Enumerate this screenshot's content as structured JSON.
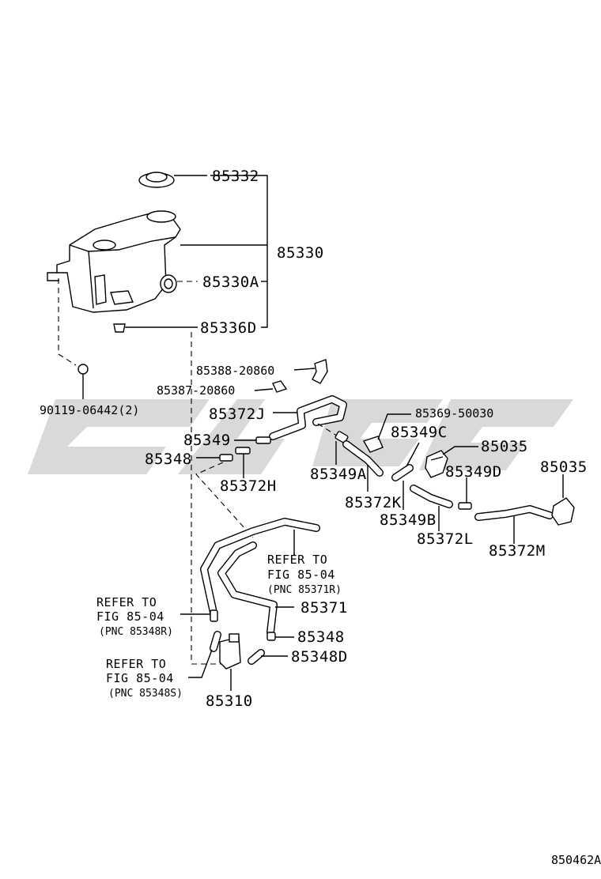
{
  "watermark_color": "#d9d9d9",
  "labels": {
    "p85332": "85332",
    "p85330": "85330",
    "p85330A": "85330A",
    "p85336D": "85336D",
    "p90119": "90119-06442(2)",
    "p85388": "85388-20860",
    "p85387": "85387-20860",
    "p85372J": "85372J",
    "p85369": "85369-50030",
    "p85349": "85349",
    "p85349C": "85349C",
    "p85035a": "85035",
    "p85035b": "85035",
    "p85348": "85348",
    "p85349A": "85349A",
    "p85349D": "85349D",
    "p85372H": "85372H",
    "p85372K": "85372K",
    "p85349B": "85349B",
    "p85372L": "85372L",
    "p85372M": "85372M",
    "p85371": "85371",
    "p85348b": "85348",
    "p85348D": "85348D",
    "p85310": "85310",
    "diagram_id": "850462A"
  },
  "references": {
    "ref1": {
      "line1": "REFER TO",
      "line2": "FIG 85-04",
      "line3": "(PNC 85371R)"
    },
    "ref2": {
      "line1": "REFER TO",
      "line2": "FIG 85-04",
      "line3": "(PNC 85348R)"
    },
    "ref3": {
      "line1": "REFER TO",
      "line2": "FIG 85-04",
      "line3": "(PNC 85348S)"
    }
  }
}
